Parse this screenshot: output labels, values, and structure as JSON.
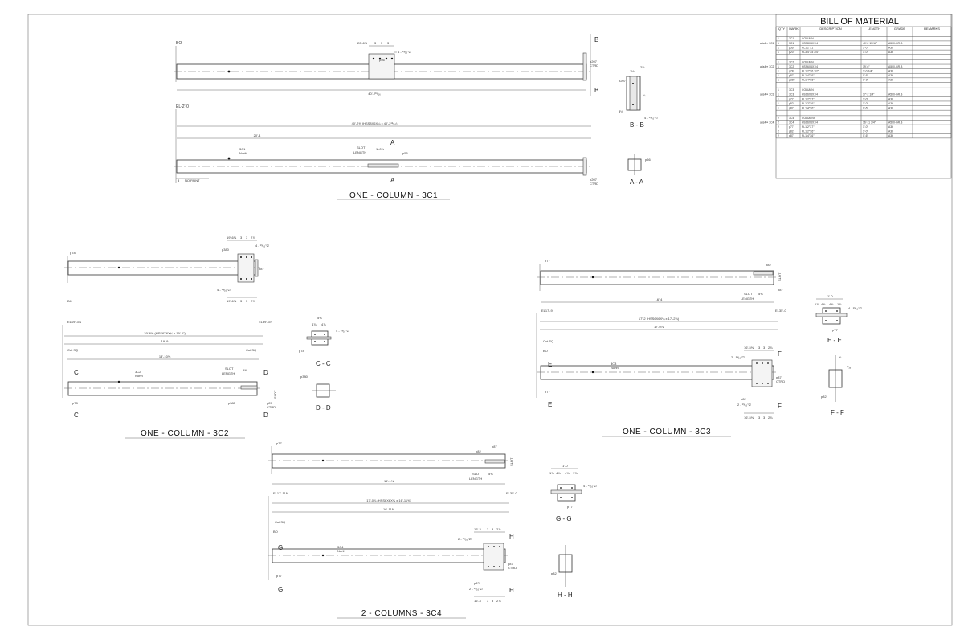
{
  "bom": {
    "title": "BILL OF MATERIAL",
    "headers": [
      "QTY",
      "MARK",
      "DESCRIPTION",
      "LENGTH",
      "GRADE",
      "REMARKS"
    ],
    "groups": [
      {
        "label": "a6s4 ≡ 3C1",
        "rows": [
          [
            "1",
            "3C1",
            "COLUMN",
            "",
            "",
            ""
          ],
          [
            "1",
            "3C1",
            "HSS8X6X1/4",
            "40'-2 15/16\"",
            "A500-GR.B",
            ""
          ],
          [
            "1",
            "p56",
            "PL1/2\"X1\"",
            "1'-0\"",
            "A36",
            ""
          ],
          [
            "1",
            "p207",
            "PL3/4\"X5 3/4\"",
            "1'-0\"",
            "A36",
            ""
          ]
        ]
      },
      {
        "label": "a6s4 ≡ 3C2",
        "rows": [
          [
            "1",
            "3C2",
            "COLUMN",
            "",
            "",
            ""
          ],
          [
            "1",
            "3C2",
            "HSS6X6X1/4",
            "19'-6\"",
            "A500-GR.B",
            ""
          ],
          [
            "1",
            "p78",
            "PL1/2\"X6 1/2\"",
            "1'-0 1/4\"",
            "A36",
            ""
          ],
          [
            "1",
            "p87",
            "PL1/4\"X6\"",
            "0'-6\"",
            "A36",
            ""
          ],
          [
            "1",
            "p380",
            "PL1/4\"X6\"",
            "1'-3\"",
            "A36",
            ""
          ]
        ]
      },
      {
        "label": "a6s4 ≡ 3C3",
        "rows": [
          [
            "1",
            "3C3",
            "COLUMN",
            "",
            "",
            ""
          ],
          [
            "1",
            "3C3",
            "HSS6X6X1/4",
            "17'-2 1/4\"",
            "A500-GR.B",
            ""
          ],
          [
            "1",
            "p77",
            "PL1/2\"X7\"",
            "1'-0\"",
            "A36",
            ""
          ],
          [
            "1",
            "p82",
            "PL1/2\"X6\"",
            "1'-0\"",
            "A36",
            ""
          ],
          [
            "1",
            "p87",
            "PL1/4\"X6\"",
            "0'-6\"",
            "A36",
            ""
          ]
        ]
      },
      {
        "label": "a6s4 ≡ 3C4",
        "rows": [
          [
            "2",
            "3C4",
            "COLUMNS",
            "",
            "",
            ""
          ],
          [
            "2",
            "3C4",
            "HSS6X6X1/4",
            "16'-11 3/4\"",
            "A500-GR.B",
            ""
          ],
          [
            "2",
            "p77",
            "PL1/2\"X7\"",
            "1'-0\"",
            "A36",
            ""
          ],
          [
            "2",
            "p82",
            "PL1/2\"X6\"",
            "1'-0\"",
            "A36",
            ""
          ],
          [
            "2",
            "p87",
            "PL1/4\"X6\"",
            "0'-6\"",
            "A36",
            ""
          ]
        ]
      }
    ]
  },
  "c1": {
    "title": "ONE - COLUMN - 3C1",
    "label_bo": "BO",
    "top_dims": [
      "20'-6½",
      "3",
      "3",
      "3"
    ],
    "bolt_note": "4 - ¹³⁄₁₆\"∅",
    "p_plate": "p56",
    "p_end": "p207",
    "ctrd": "CTRD",
    "overall_top": "40'-2¹⁵⁄₁₆",
    "el": "EL-2'-0",
    "overall": "40'-2⅝ (HSS8X6X¼ x 40'-2¹⁵⁄₁₆)",
    "dim_20_4": "20'-4",
    "mark": "3C1",
    "north": "North",
    "slot": "SLOT",
    "length": "LENGTH",
    "slot_len": "1'-0⅝",
    "p_slot": "p56",
    "no_paint_qty": "3",
    "no_paint": "NO PAINT",
    "p_end2": "p207",
    "sec_a": "A",
    "sec_b": "B",
    "section_aa": "A - A",
    "section_bb": "B - B",
    "bb_dims": [
      "1½",
      "2⅝",
      "¾",
      "3⅛"
    ],
    "bb_p": "p207"
  },
  "c2": {
    "title": "ONE - COLUMN - 3C2",
    "top_dims": [
      "19'-6⅝",
      "3",
      "3",
      "2⅞"
    ],
    "bot_dims": [
      "19'-6⅝",
      "3",
      "3",
      "2⅞"
    ],
    "bolt_note": "4 - ¹³⁄₁₆\"∅",
    "p_top": "p380",
    "p_end": "p87",
    "p_left": "p78",
    "bo": "BO",
    "el_left": "EL19'-3⅞",
    "el_right": "EL39'-3⅞",
    "overall": "19'-6⅝ (HSS6X6X¼ x 19'-6\")",
    "dim_mid": "19'-9",
    "dim_inner": "18'-10⅝",
    "cut_sq_left": "Cut SQ",
    "cut_sq_right": "Cut SQ",
    "mark": "3C2",
    "north": "North",
    "slot": "SLOT",
    "length": "LENGTH",
    "slot_len": "5⅝",
    "slot_v": "SLOT",
    "p380": "p380",
    "p87": "p87",
    "ctrd": "CTRD",
    "p78": "p78",
    "sec_c": "C",
    "sec_d": "D",
    "section_cc": "C - C",
    "section_dd": "D - D",
    "cc_dims": [
      "5⅝",
      "4⅞",
      "4⅞"
    ],
    "cc_bolt": "4 - ¹³⁄₁₆\"∅",
    "cc_p": "p78",
    "dd_p": "p380"
  },
  "c3": {
    "title": "ONE - COLUMN - 3C3",
    "p_left": "p77",
    "p_top": "p82",
    "p_end": "p87",
    "slot": "SLOT",
    "length": "LENGTH",
    "slot_len": "5⅝",
    "dim_top": "16'-4",
    "el_left": "EL17'-9",
    "el_right": "EL35'-0",
    "overall": "17'-2 (HSS6X6X¼ x 17'-2⅛)",
    "dim_mid": "17'-0⅞",
    "cut_sq": "Cut SQ",
    "bo": "BO",
    "right_dims": [
      "16'-5⅝",
      "3",
      "3",
      "2⅞"
    ],
    "bot_dims": [
      "16'-5⅝",
      "3",
      "3",
      "2⅞"
    ],
    "bolt_top": "2 - ¹³⁄₁₆\"∅",
    "bolt_bot": "2 - ¹³⁄₁₆\"∅",
    "mark": "3C3",
    "north": "North",
    "p_end2": "p87",
    "ctrd": "CTRD",
    "p82": "p82",
    "p77": "p77",
    "sec_e": "E",
    "sec_f": "F",
    "section_ee": "E - E",
    "section_ff": "F - F",
    "ee_top": "1'-0",
    "ee_dims": [
      "1⅞",
      "4⅝",
      "4⅝",
      "1⅞"
    ],
    "ee_bolt": "4 - ¹³⁄₁₆\"∅",
    "ee_p": "p77",
    "ff_p": "p82",
    "ff_dims": [
      "⅝",
      "⁵⁄₁₆"
    ]
  },
  "c4": {
    "title": "2 - COLUMNS - 3C4",
    "p_left": "p77",
    "p_top": "p82",
    "p_end": "p87",
    "slot": "SLOT",
    "length": "LENGTH",
    "slot_len": "5⅝",
    "dim_top": "16'-1⅝",
    "el_left": "EL17'-11⅝",
    "el_right": "EL35'-0",
    "overall": "17'-0⅞ (HSS6X6X¼ x 16'-11⅝)",
    "dim_mid": "16'-11⅝",
    "cut_sq": "Cut SQ",
    "bo": "BO",
    "right_dims": [
      "16'-3",
      "3",
      "3",
      "2⅞"
    ],
    "bot_dims": [
      "16'-3",
      "3",
      "3",
      "2⅞"
    ],
    "bolt_top": "2 - ¹³⁄₁₆\"∅",
    "bolt_bot": "2 - ¹³⁄₁₆\"∅",
    "mark": "3C4",
    "north": "North",
    "p_end2": "p87",
    "ctrd": "CTRD",
    "p82": "p82",
    "p77": "p77",
    "sec_g": "G",
    "sec_h": "H",
    "section_gg": "G - G",
    "section_hh": "H - H",
    "gg_top": "1'-0",
    "gg_dims": [
      "1⅞",
      "4⅝",
      "4⅝",
      "1⅞"
    ],
    "gg_bolt": "4 - ¹³⁄₁₆\"∅",
    "gg_p": "p77",
    "hh_p": "p82"
  }
}
